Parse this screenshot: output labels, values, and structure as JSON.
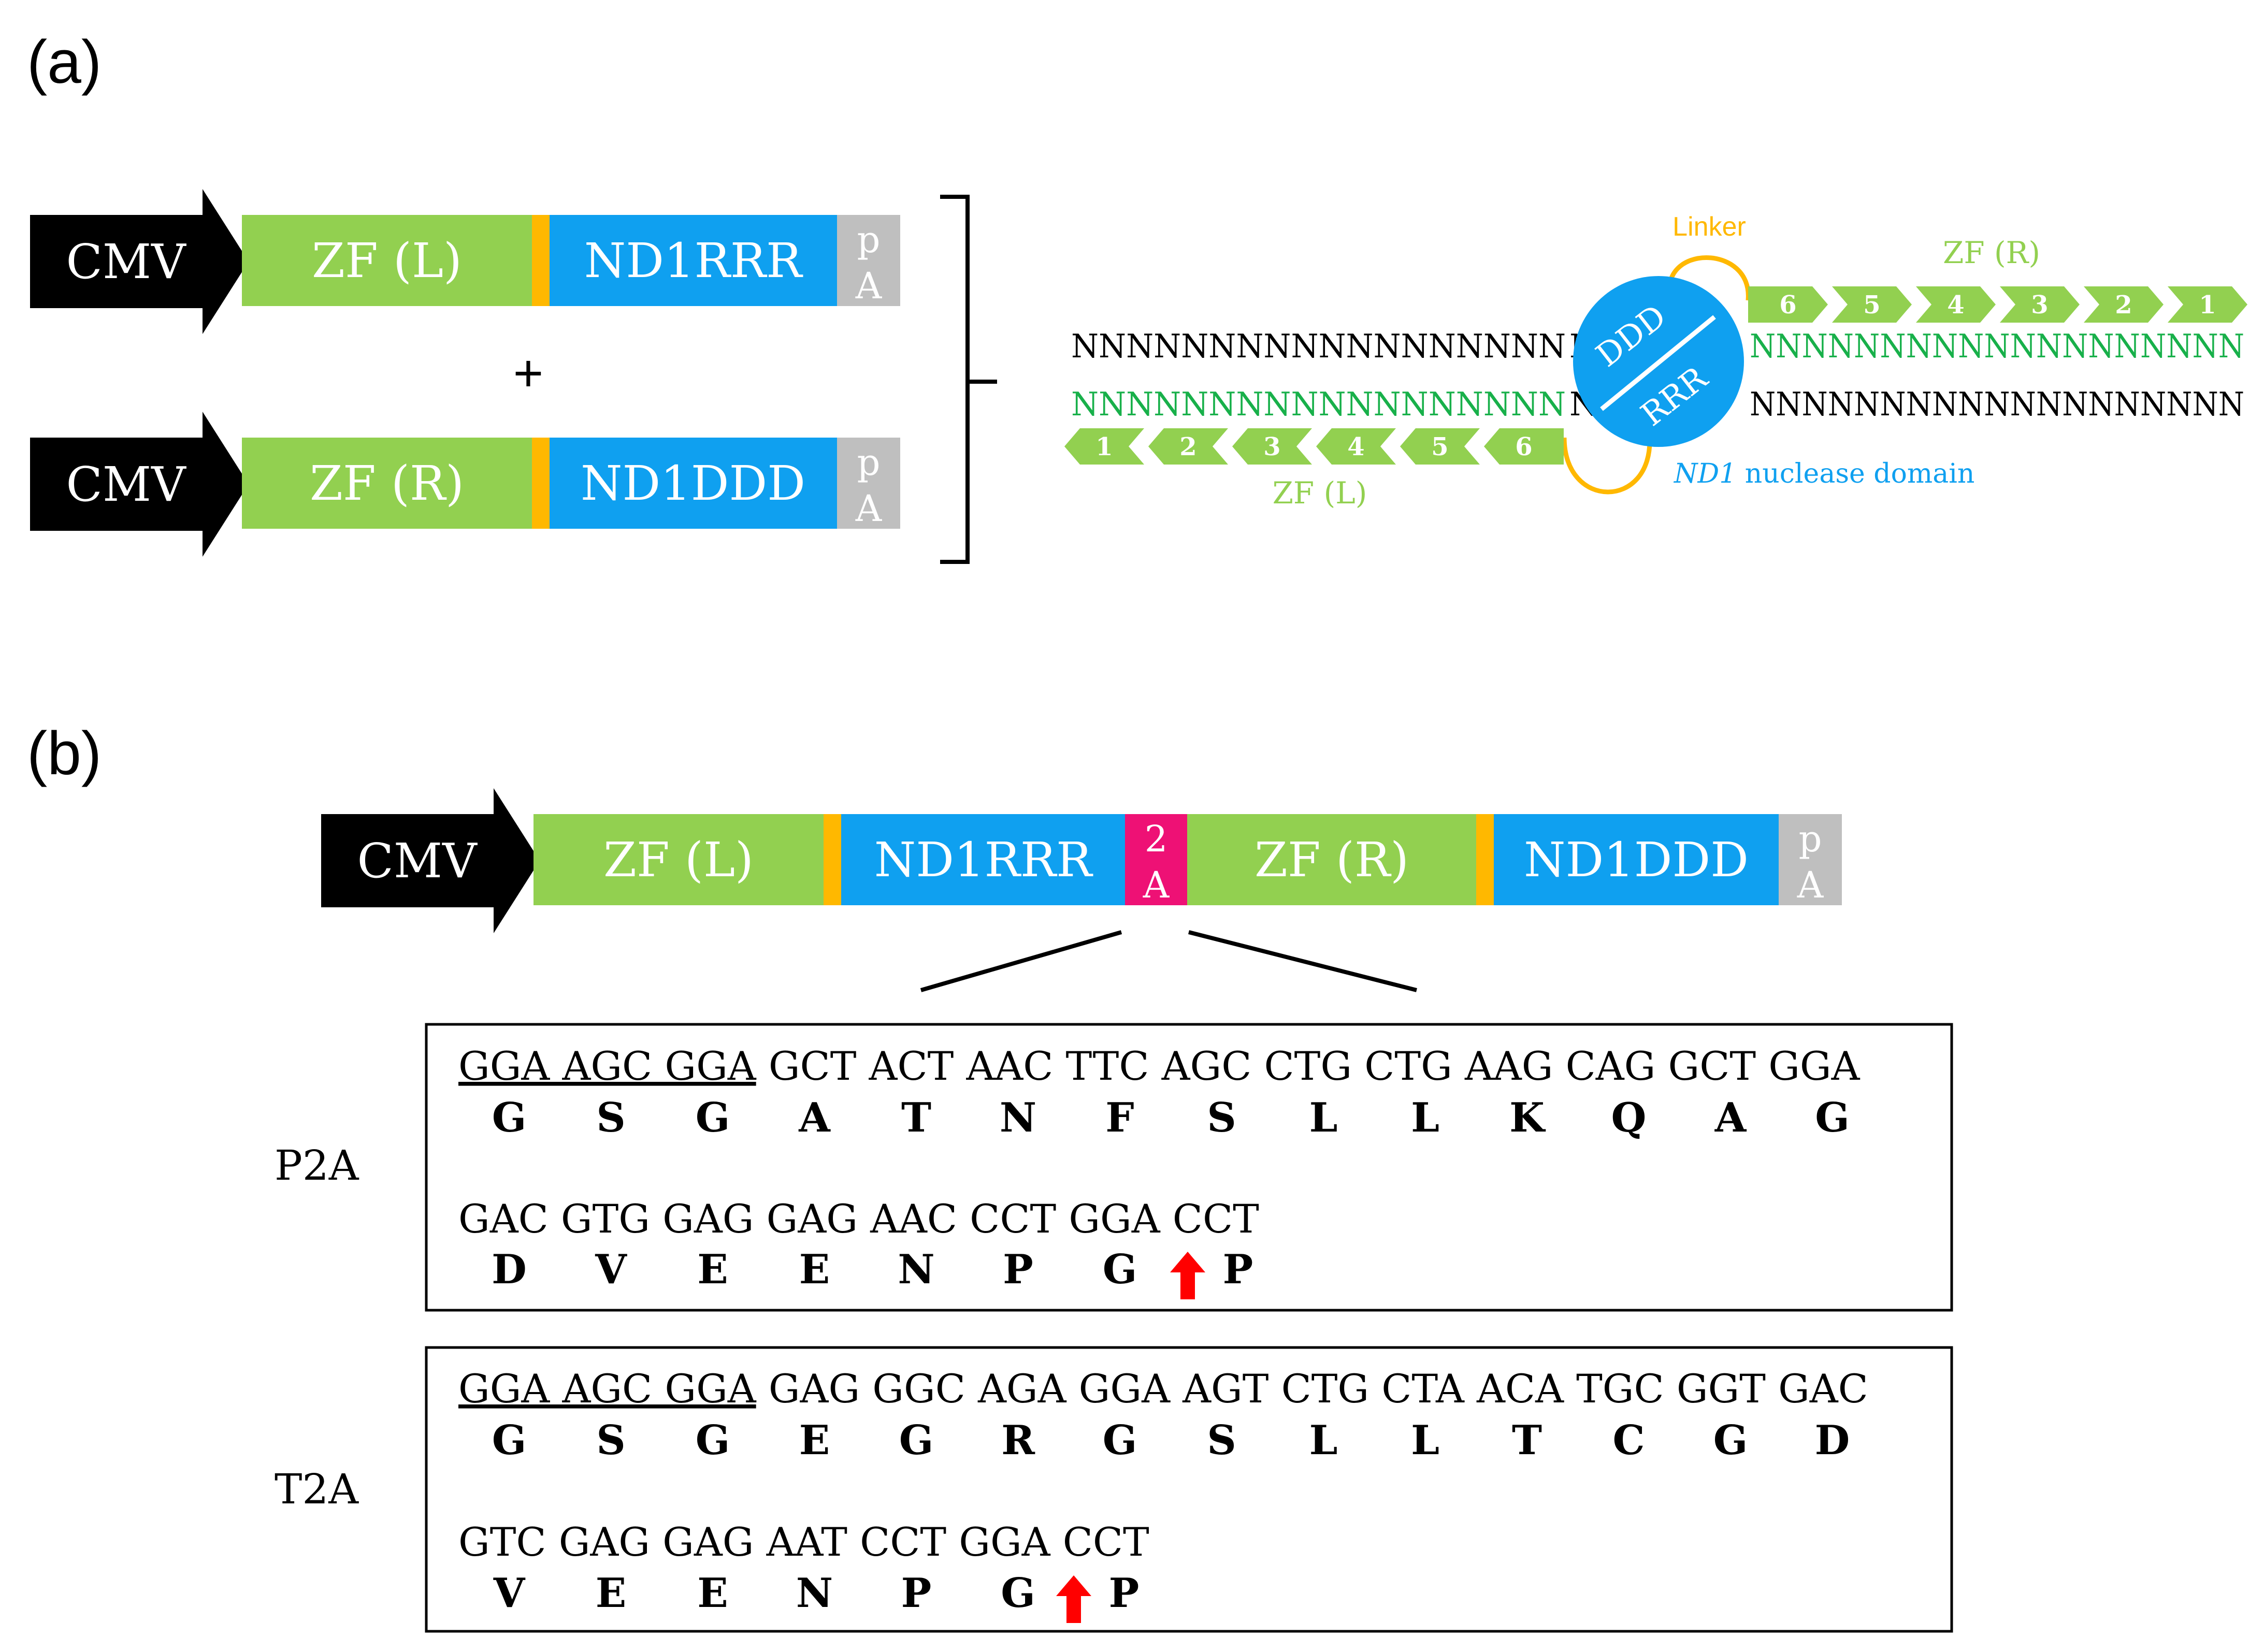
{
  "panel_a": {
    "label": "(a)",
    "constructs": [
      {
        "promoter": "CMV",
        "zf": "ZF (L)",
        "nd": "ND1RRR",
        "pa_top": "p",
        "pa_bottom": "A"
      },
      {
        "promoter": "CMV",
        "zf": "ZF (R)",
        "nd": "ND1DDD",
        "pa_top": "p",
        "pa_bottom": "A"
      }
    ],
    "plus": "+",
    "schematic": {
      "linker_label": "Linker",
      "zf_r_label": "ZF (R)",
      "zf_l_label": "ZF (L)",
      "top_black_dna": "NNNNNNNNNNNNNNNNNN",
      "top_hidden_dna": "NN",
      "top_green_dna": "NNNNNNNNNNNNNNNNNNN",
      "bottom_green_dna": "NNNNNNNNNNNNNNNNNN",
      "bottom_hidden_dna": "NN",
      "bottom_black_dna": "NNNNNNNNNNNNNNNNNNN",
      "zf_r_fingers": [
        "6",
        "5",
        "4",
        "3",
        "2",
        "1"
      ],
      "zf_l_fingers": [
        "1",
        "2",
        "3",
        "4",
        "5",
        "6"
      ],
      "nuclease_top": "DDD",
      "nuclease_bottom": "RRR",
      "nuclease_italic": "ND1",
      "nuclease_text": " nuclease domain"
    }
  },
  "panel_b": {
    "label": "(b)",
    "construct": {
      "promoter": "CMV",
      "zf_l": "ZF (L)",
      "nd_rrr": "ND1RRR",
      "twoa_top": "2",
      "twoa_bottom": "A",
      "zf_r": "ZF (R)",
      "nd_ddd": "ND1DDD",
      "pa_top": "p",
      "pa_bottom": "A"
    },
    "sequences": [
      {
        "name": "P2A",
        "line1_underlined": "GGA AGC GGA",
        "line1_rest": " GCT ACT AAC TTC AGC CTG CTG AAG CAG GCT GGA",
        "aa1": [
          "G",
          "S",
          "G",
          "A",
          "T",
          "N",
          "F",
          "S",
          "L",
          "L",
          "K",
          "Q",
          "A",
          "G"
        ],
        "line2": "GAC GTG GAG GAG AAC CCT GGA CCT",
        "aa2": [
          "D",
          "V",
          "E",
          "E",
          "N",
          "P",
          "G",
          "P"
        ]
      },
      {
        "name": "T2A",
        "line1_underlined": "GGA AGC GGA",
        "line1_rest": " GAG GGC AGA GGA AGT CTG CTA ACA TGC GGT GAC",
        "aa1": [
          "G",
          "S",
          "G",
          "E",
          "G",
          "R",
          "G",
          "S",
          "L",
          "L",
          "T",
          "C",
          "G",
          "D"
        ],
        "line2": "GTC GAG GAG AAT CCT GGA CCT",
        "aa2": [
          "V",
          "E",
          "E",
          "N",
          "P",
          "G",
          "P"
        ]
      }
    ]
  },
  "colors": {
    "zf_green": "#92d050",
    "nd_blue": "#0fa0f0",
    "linker_orange": "#ffb800",
    "pa_grey": "#bfbfbf",
    "twoa_pink": "#ee1175",
    "cleavage_red": "#ff0000",
    "dna_green": "#18b04a"
  }
}
